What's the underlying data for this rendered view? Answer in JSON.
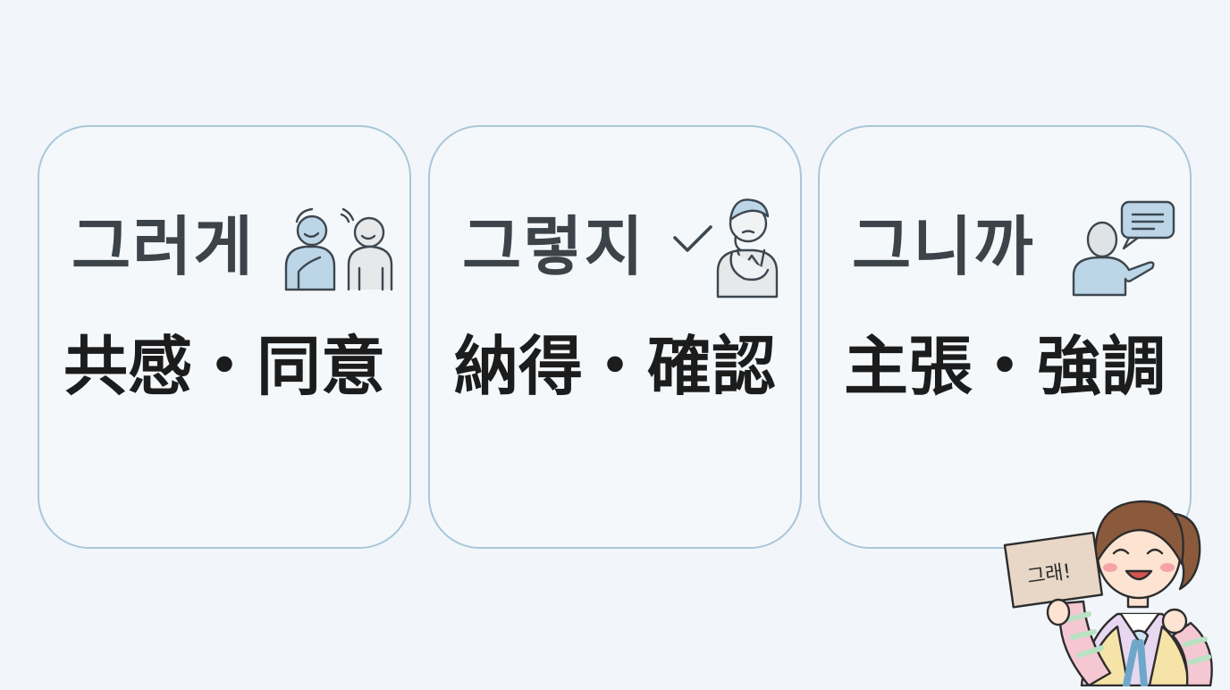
{
  "cards": [
    {
      "korean": "그러게",
      "japanese": "共感・同意",
      "icon": "two-people-agreeing-icon"
    },
    {
      "korean": "그렇지",
      "japanese": "納得・確認",
      "icon": "thinking-person-checkmark-icon"
    },
    {
      "korean": "그니까",
      "japanese": "主張・強調",
      "icon": "speaking-person-bubble-icon"
    }
  ],
  "mascot": {
    "sign_text": "그래!",
    "icon": "girl-holding-sign-illustration"
  },
  "colors": {
    "background": "#f2f6fa",
    "card_border": "#a8c7d9",
    "icon_fill": "#bcd6e8",
    "text_dark": "#1c1c1c"
  }
}
